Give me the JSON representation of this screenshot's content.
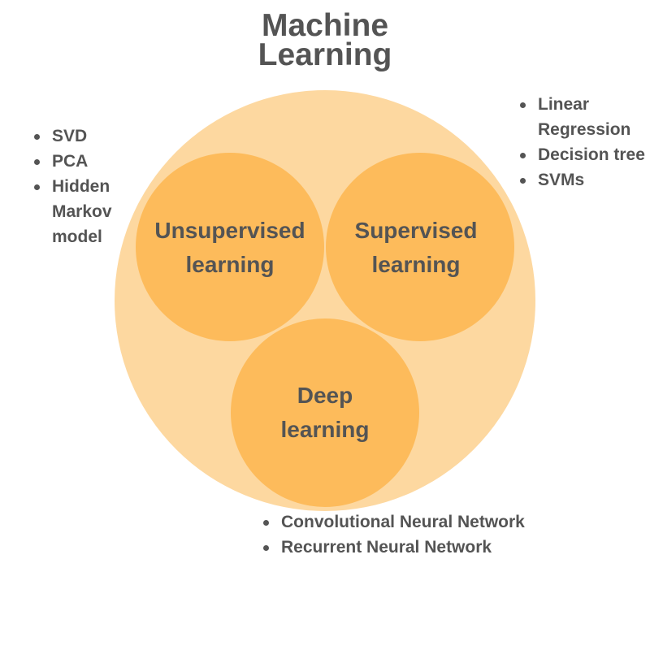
{
  "title": {
    "line1": "Machine",
    "line2": "Learning"
  },
  "colors": {
    "outer": "#fdd8a0",
    "inner": "#fdbb5b",
    "text": "#545454"
  },
  "circles": {
    "unsupervised": {
      "line1": "Unsupervised",
      "line2": "learning"
    },
    "supervised": {
      "line1": "Supervised",
      "line2": "learning"
    },
    "deep": {
      "line1": "Deep",
      "line2": "learning"
    }
  },
  "lists": {
    "unsupervised": [
      "SVD",
      "PCA",
      "Hidden Markov model"
    ],
    "supervised": [
      "Linear Regression",
      "Decision tree",
      "SVMs"
    ],
    "deep": [
      "Convolutional Neural Network",
      "Recurrent Neural Network"
    ]
  }
}
